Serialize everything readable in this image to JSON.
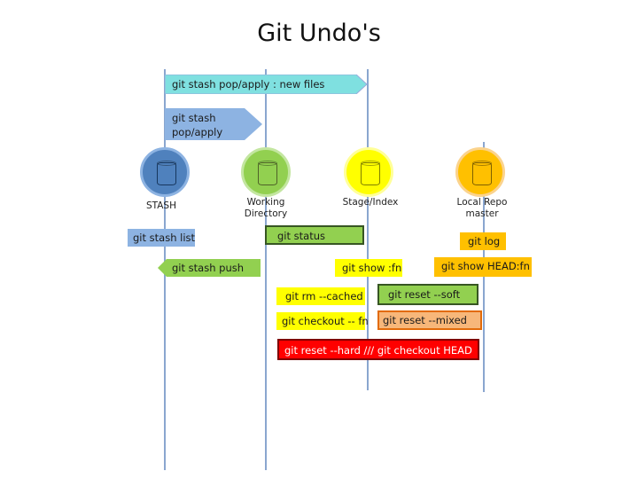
{
  "title": "Git Undo's",
  "arrows": {
    "stash_pop_apply_new": "git stash pop/apply : new files",
    "stash_pop_apply_line1": "git stash",
    "stash_pop_apply_line2": "pop/apply",
    "stash_list": "git stash list",
    "stash_push": "git stash push",
    "status": "git status",
    "log": "git log",
    "show_fn": "git show :fn",
    "show_head": "git show HEAD:fn",
    "rm_cached": "git rm --cached",
    "reset_soft": "git reset --soft",
    "checkout_fn": "git checkout -- fn",
    "reset_mixed": "git reset --mixed",
    "reset_hard": "git reset --hard  /// git checkout HEAD"
  },
  "areas": {
    "stash": "STASH",
    "working_line1": "Working",
    "working_line2": "Directory",
    "stage": "Stage/Index",
    "repo_line1": "Local Repo",
    "repo_line2": "master"
  },
  "icons": [
    "stash-cylinder-icon",
    "working-directory-cylinder-icon",
    "stage-cylinder-icon",
    "repo-cylinder-icon"
  ],
  "colors": {
    "stash": "#4f81bd",
    "working": "#92d050",
    "stage": "#ffff00",
    "repo": "#ffc000",
    "arrow_cyan": "#7fe0e0",
    "arrow_blue": "#8db3e2",
    "arrow_green": "#92d050",
    "arrow_yellow": "#ffff00",
    "arrow_orange": "#ffc000",
    "arrow_red": "#ff0000"
  }
}
